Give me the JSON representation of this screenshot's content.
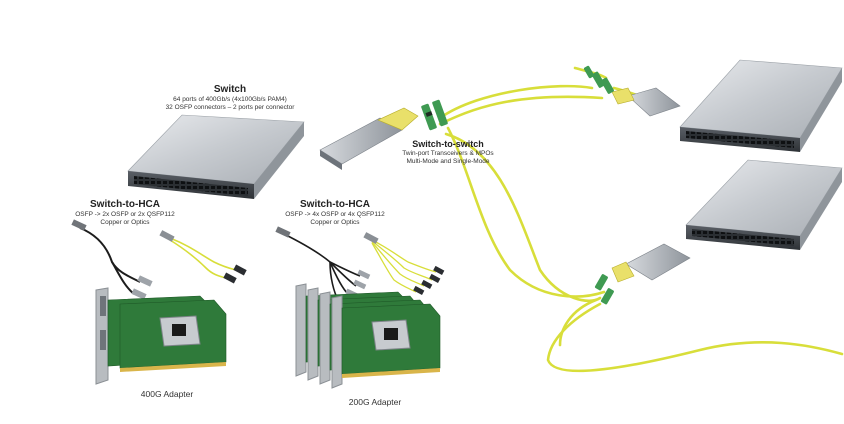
{
  "switch_block": {
    "title": "Switch",
    "line1": "64 ports of 400Gb/s (4x100Gb/s PAM4)",
    "line2": "32 OSFP connectors – 2 ports per connector"
  },
  "hca_left": {
    "title": "Switch-to-HCA",
    "line1": "OSFP -> 2x OSFP or 2x QSFP112",
    "line2": "Copper or Optics"
  },
  "hca_right": {
    "title": "Switch-to-HCA",
    "line1": "OSFP -> 4x OSFP or 4x QSFP112",
    "line2": "Copper or Optics"
  },
  "switch_to_switch": {
    "title": "Switch-to-switch",
    "line1": "Twin-port Transceivers & MPOs",
    "line2": "Multi-Mode and Single-Mode"
  },
  "adapters": {
    "left_caption": "400G Adapter",
    "right_caption": "200G Adapter"
  },
  "colors": {
    "fiber": "#d8de3a",
    "mpo_connector": "#3f9a52",
    "pcb": "#2f7a3a",
    "bracket": "#b8bcc0",
    "switch_body": "#c9ccd0"
  }
}
